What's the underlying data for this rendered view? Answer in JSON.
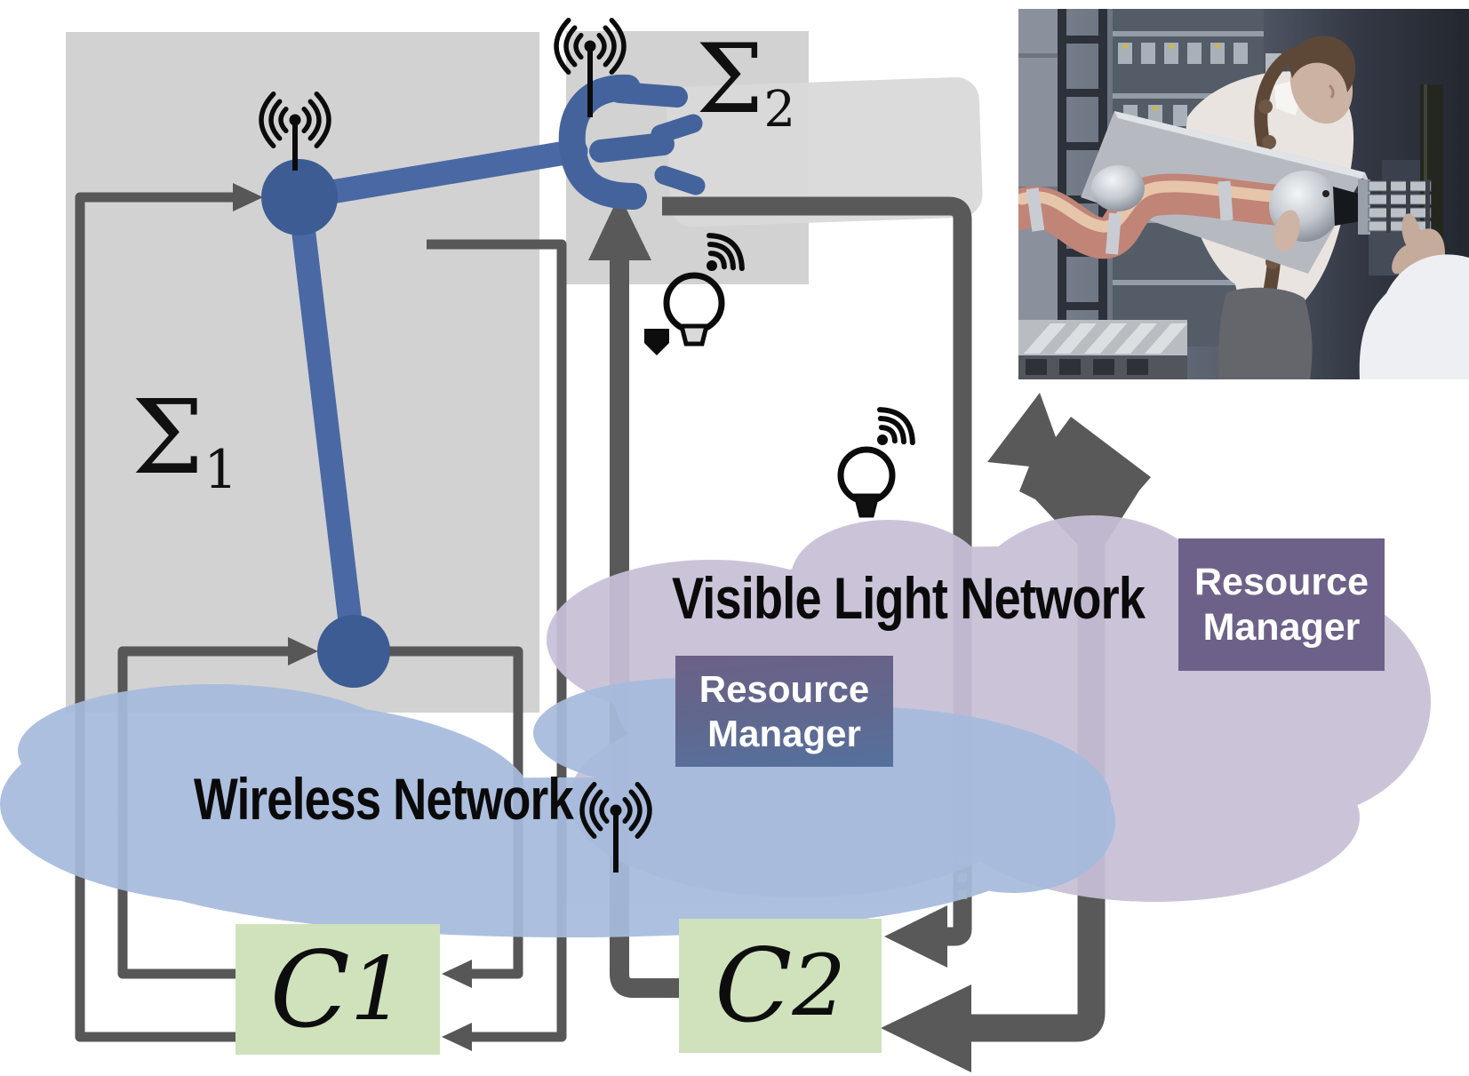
{
  "diagram": {
    "plant1_label": {
      "sym": "Σ",
      "sub": "1"
    },
    "plant2_label": {
      "sym": "Σ",
      "sub": "2"
    },
    "controller1_label": {
      "sym": "C",
      "sub": "1"
    },
    "controller2_label": {
      "sym": "C",
      "sub": "2"
    },
    "wireless_network_label": "Wireless Network",
    "vlc_network_label": "Visible Light Network",
    "resource_manager_wireless": {
      "line1": "Resource",
      "line2": "Manager"
    },
    "resource_manager_vlc": {
      "line1": "Resource",
      "line2": "Manager"
    },
    "colors": {
      "plant_box": "#d2d2d2",
      "held_sheet": "#d9d9d9",
      "controller_box": "#cfe2bc",
      "wireless_cloud": "#a7bbdd",
      "vlc_cloud": "#c8c0d7",
      "rm_vlc_box": "#6e6189",
      "rm_wireless_box_top": "#6c6086",
      "rm_wireless_box_bottom": "#54719e",
      "robot_link": "#4a69a4",
      "robot_joint": "#3c5c93",
      "signal_line": "#575757",
      "thick_signal_line": "#595959"
    },
    "icons": [
      "antenna-icon",
      "led-bulb-icon",
      "photodiode-icon"
    ]
  }
}
